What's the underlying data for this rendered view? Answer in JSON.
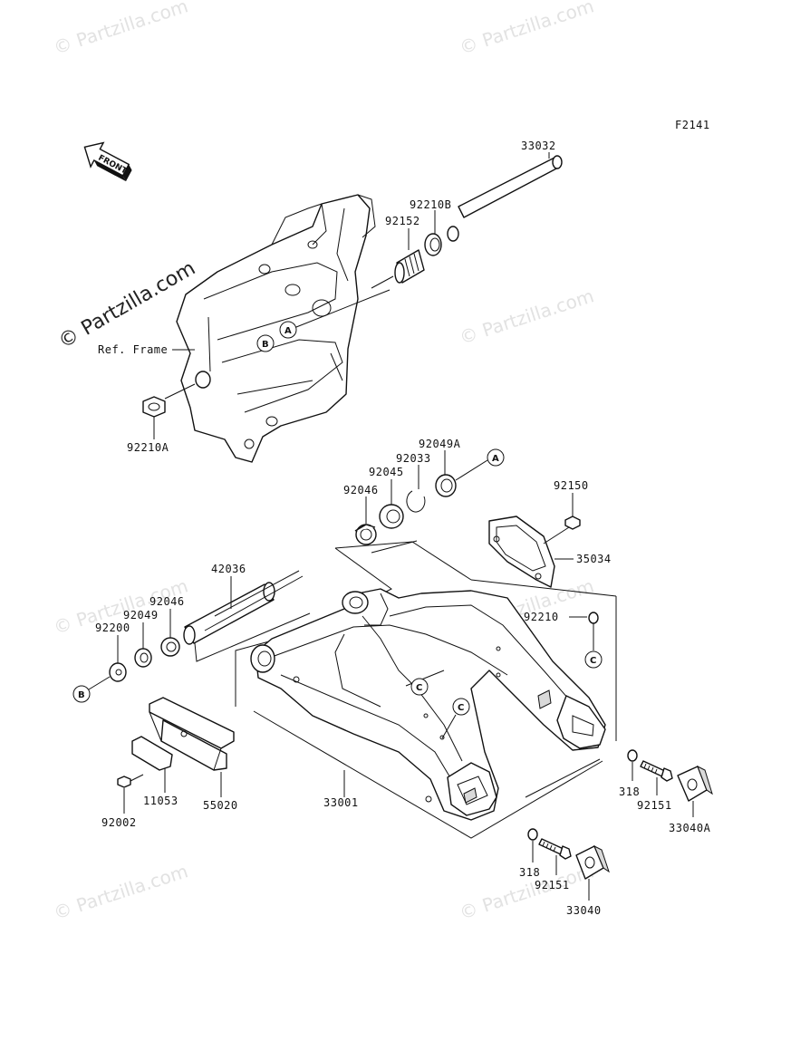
{
  "figure_code": "F2141",
  "front_label": "FRONT",
  "ref_frame_label": "Ref. Frame",
  "watermark_text": "© Partzilla.com",
  "part_numbers": {
    "p33032": "33032",
    "p92210B": "92210B",
    "p92152": "92152",
    "p92210A": "92210A",
    "p92049A": "92049A",
    "p92033": "92033",
    "p92045": "92045",
    "p92046_top": "92046",
    "p92150": "92150",
    "p35034": "35034",
    "p42036": "42036",
    "p92046_left": "92046",
    "p92049": "92049",
    "p92200": "92200",
    "p92210": "92210",
    "p318_right": "318",
    "p92151_right": "92151",
    "p33040A": "33040A",
    "p318_bottom": "318",
    "p92151_bottom": "92151",
    "p33040": "33040",
    "p33001": "33001",
    "p11053": "11053",
    "p55020": "55020",
    "p92002": "92002"
  },
  "callouts": {
    "a_frame": "A",
    "b_frame": "B",
    "a_bearing": "A",
    "b_washer": "B",
    "c_top": "C",
    "c_mid1": "C",
    "c_mid2": "C"
  }
}
